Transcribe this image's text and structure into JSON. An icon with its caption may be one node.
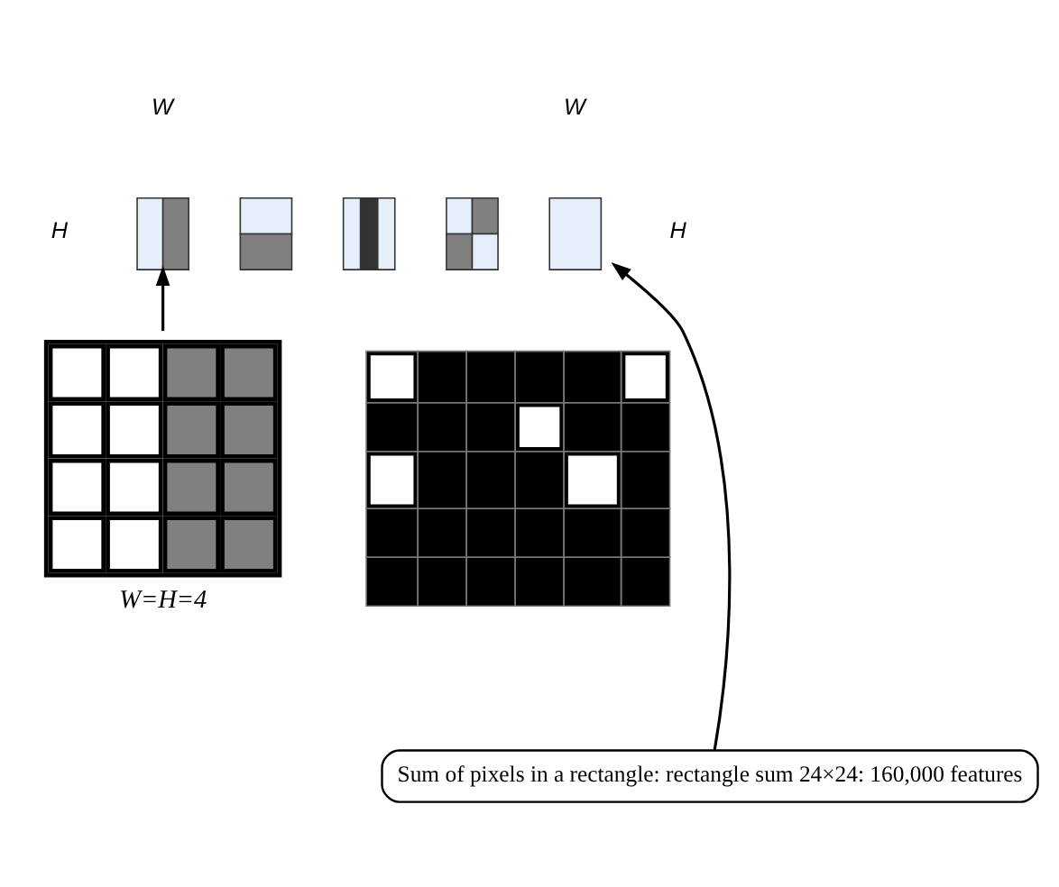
{
  "diagram": {
    "nodes": [
      {
        "text": [],
        "shape": "box"
      },
      {
        "text": [],
        "shape": "box"
      },
      {
        "text": [],
        "shape": "box"
      },
      {
        "text": [],
        "shape": "box"
      },
      {
        "text": [],
        "shape": "box"
      },
      {
        "text": [],
        "shape": "picture",
        "beside": [
          "W=H=4"
        ]
      },
      {
        "text": [],
        "shape": "picture"
      },
      {
        "text": [
          "Sum of pixels in a rectangle: rectangle sum 24×24: 160,000 features"
        ]
      }
    ],
    "edges": [
      {
        "from": 5,
        "to": 0,
        "arrow": "to"
      },
      {
        "from": 7,
        "to": 4,
        "arrow": "to"
      }
    ],
    "labels": [
      "W",
      "H",
      "W",
      "H"
    ]
  }
}
